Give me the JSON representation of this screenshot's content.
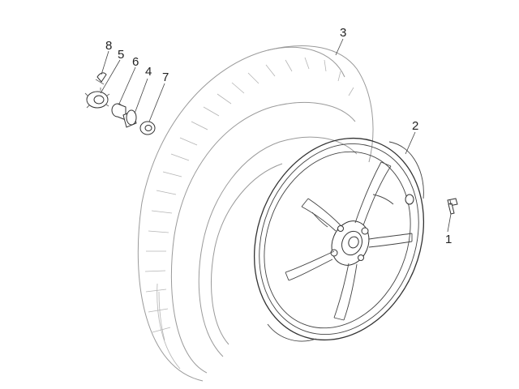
{
  "callouts": [
    {
      "id": "1",
      "label": "1"
    },
    {
      "id": "2",
      "label": "2"
    },
    {
      "id": "3",
      "label": "3"
    },
    {
      "id": "4",
      "label": "4"
    },
    {
      "id": "5",
      "label": "5"
    },
    {
      "id": "6",
      "label": "6"
    },
    {
      "id": "7",
      "label": "7"
    },
    {
      "id": "8",
      "label": "8"
    }
  ],
  "colors": {
    "tire_outline": "#9a9a9a",
    "rim_outline": "#333333",
    "background": "#ffffff"
  }
}
